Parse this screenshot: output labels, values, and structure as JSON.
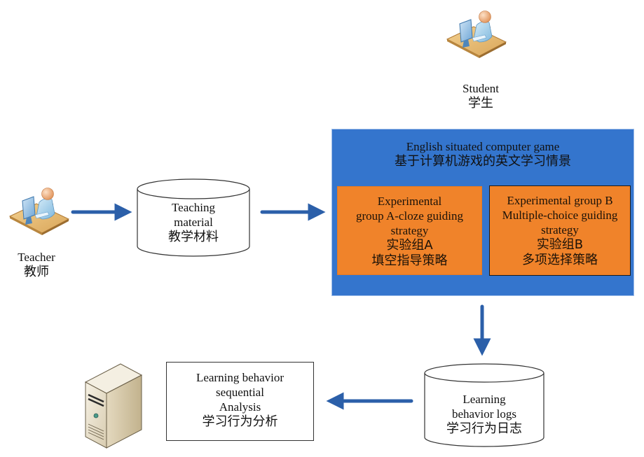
{
  "diagram": {
    "title": "Learning behavior analysis flow",
    "colors": {
      "arrow": "#2b5fa9",
      "game_box": "#3475cd",
      "group_box": "#f0832a",
      "outline": "#333333"
    },
    "nodes": {
      "student": {
        "icon": "user-at-computer-icon",
        "label_en": "Student",
        "label_cn": "学生"
      },
      "teacher": {
        "icon": "user-at-computer-icon",
        "label_en": "Teacher",
        "label_cn": "教师"
      },
      "teaching_material": {
        "shape": "cylinder",
        "label_en_1": "Teaching",
        "label_en_2": "material",
        "label_cn": "教学材料"
      },
      "game": {
        "label_en": "English situated computer game",
        "label_cn": "基于计算机游戏的英文学习情景",
        "group_a": {
          "line_1": "Experimental",
          "line_2": "group A-cloze guiding",
          "line_3": "strategy",
          "cn_1": "实验组A",
          "cn_2": "填空指导策略"
        },
        "group_b": {
          "line_1": "Experimental group B",
          "line_2": "Multiple-choice guiding",
          "line_3": "strategy",
          "cn_1": "实验组B",
          "cn_2": "多项选择策略"
        }
      },
      "logs": {
        "shape": "cylinder",
        "label_en_1": "Learning",
        "label_en_2": "behavior logs",
        "label_cn": "学习行为日志"
      },
      "analysis": {
        "label_en_1": "Learning behavior",
        "label_en_2": "sequential",
        "label_en_3": "Analysis",
        "label_cn": "学习行为分析"
      },
      "server": {
        "icon": "server-tower-icon"
      }
    },
    "edges": [
      {
        "from": "teacher",
        "to": "teaching_material",
        "direction": "right"
      },
      {
        "from": "teaching_material",
        "to": "game",
        "direction": "right"
      },
      {
        "from": "game",
        "to": "logs",
        "direction": "down"
      },
      {
        "from": "logs",
        "to": "analysis",
        "direction": "left"
      }
    ]
  }
}
